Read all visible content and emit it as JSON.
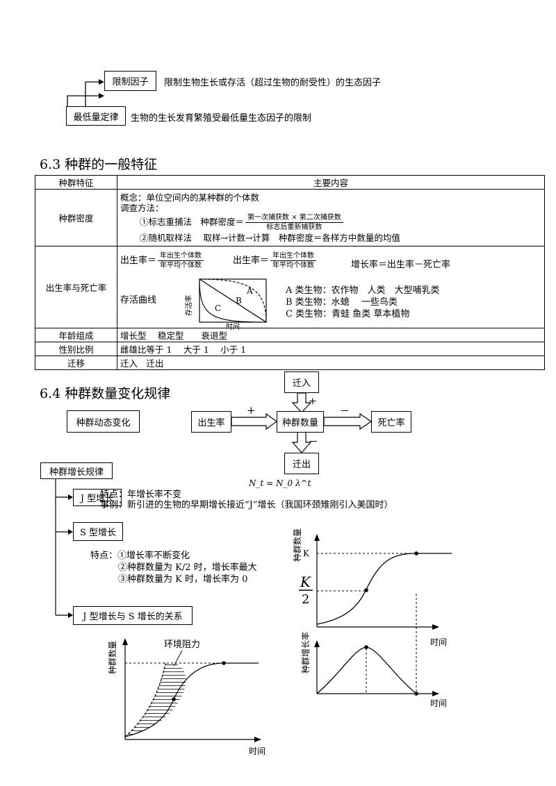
{
  "top": {
    "limit_factor": {
      "label": "限制因子",
      "desc": "限制生物生长或存活（超过生物的耐受性）的生态因子"
    },
    "min_law": {
      "label": "最低量定律",
      "desc": "生物的生长发育繁殖受最低量生态因子的限制"
    }
  },
  "s63": {
    "title": "6.3 种群的一般特征",
    "header": {
      "col1": "种群特征",
      "col2": "主要内容"
    },
    "density": {
      "label": "种群密度",
      "concept": "概念：单位空间内的某种群的个体数",
      "method_title": "调查方法：",
      "method1": "①标志重捕法　种群密度＝",
      "frac_num": "第一次捕获数 × 第二次捕获数",
      "frac_den": "标志后重新捕获数",
      "method2": "②随机取样法　 取样→计数→计算　种群密度＝各样方中数量的均值"
    },
    "birth_death": {
      "label": "出生率与死亡率",
      "birth_prefix": "出生率＝",
      "birth_num": "年出生个体数",
      "birth_den": "年平均个体数",
      "death_prefix": "出生率＝",
      "death_num": "年出生个体数",
      "death_den": "年平均个体数",
      "growth_rate": "增长率＝出生率－死亡率",
      "survival_label": "存活曲线",
      "survival_ylabel": "存活率",
      "survival_xlabel": "时间",
      "curve_a": "A",
      "curve_b": "B",
      "curve_c": "C",
      "type_a": "A 类生物：农作物　人类　大型哺乳类",
      "type_b": "B 类生物：水螅　 一些鸟类",
      "type_c": "C 类生物：青蛙  鱼类  草本植物"
    },
    "age": {
      "label": "年龄组成",
      "content": "增长型　 稳定型　　衰退型"
    },
    "sex": {
      "label": "性别比例",
      "content": "雌雄比等于 1　 大于 1　  小于 1"
    },
    "migration": {
      "label": "迁移",
      "content": "迁入　迁出"
    }
  },
  "s64": {
    "title": "6.4 种群数量变化规律",
    "dynamic_label": "种群动态变化",
    "flow": {
      "immigration": "迁入",
      "birth": "出生率",
      "population": "种群数量",
      "death": "死亡率",
      "emigration": "迁出",
      "plus1": "+",
      "plus2": "+",
      "minus1": "－",
      "minus2": "－"
    },
    "rule_label": "种群增长规律",
    "formula": "N_t = N_0 λ^t",
    "j": {
      "label": "J 型增长",
      "feature": "特点：年增长率不变",
      "example": "事例：新引进的生物的早期增长接近“J”增长（我国环颈雉刚引入美国时）"
    },
    "s": {
      "label": "S 型增长",
      "feature1": "特点：①增长率不断变化",
      "feature2": "②种群数量为 K/2 时，增长率最大",
      "feature3": "③种群数量为 K 时，增长率为 0"
    },
    "relation_label": "J 型增长与 S 增长的关系",
    "chart_s": {
      "ylabel": "种群数量",
      "k": "K",
      "k_half_num": "K",
      "k_half_den": "2",
      "xlabel": "时间"
    },
    "chart_rate": {
      "ylabel": "种群增长率",
      "xlabel": "时间"
    },
    "chart_resist": {
      "ylabel": "种群数量",
      "annotation": "环境阻力",
      "xlabel": "时间"
    }
  }
}
